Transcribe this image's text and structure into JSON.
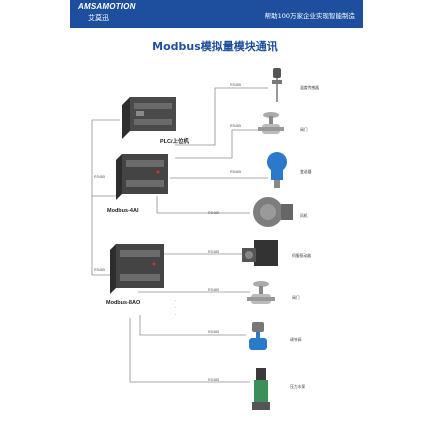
{
  "header": {
    "brand": "AMSAMOTION",
    "brand_cn": "艾莫迅",
    "slogan": "帮助100万家企业实现智能制造"
  },
  "title": "Modbus模拟量模块通讯",
  "bus_label": "RS485",
  "controllers": {
    "plc": "PLC/上位机",
    "ai": "Modbus-4AI",
    "ao": "Modbus-8AO"
  },
  "devices": {
    "temp_sensor": "温度传感器",
    "valve1": "阀门",
    "pressure_tx": "变送器",
    "fan": "风机",
    "servo": "伺服驱动器",
    "valve2": "阀门",
    "control_valve": "调节阀",
    "pump": "压力水泵"
  },
  "colors": {
    "header": "#1d4f9e",
    "wire": "#8f8f8f",
    "device_dark": "#3c3c3c",
    "blue": "#2b7ac9"
  }
}
